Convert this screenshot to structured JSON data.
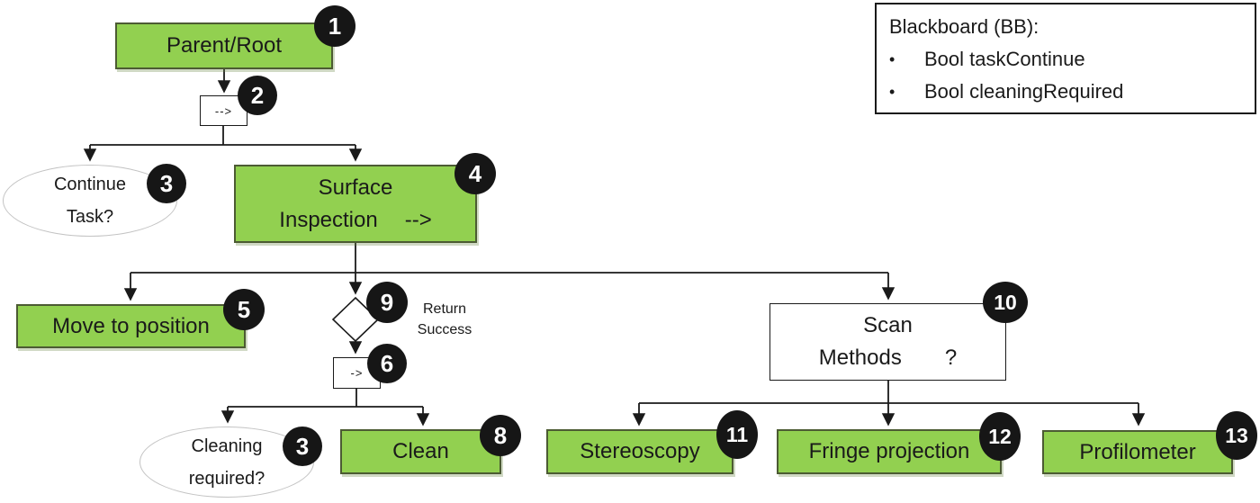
{
  "nodes": {
    "parent_root": {
      "label": "Parent/Root",
      "badge": "1"
    },
    "sequence_root": {
      "label": "-->",
      "badge": "2"
    },
    "continue_task": {
      "line1": "Continue",
      "line2": "Task?",
      "badge": "3"
    },
    "surface_inspection": {
      "line1": "Surface",
      "line2": "Inspection",
      "line2_suffix": "-->",
      "badge": "4"
    },
    "move_to_position": {
      "label": "Move to position",
      "badge": "5"
    },
    "success_decorator": {
      "badge": "9",
      "note_line1": "Return",
      "note_line2": "Success"
    },
    "sequence_clean": {
      "label": "->",
      "badge": "6"
    },
    "cleaning_required": {
      "line1": "Cleaning",
      "line2": "required?",
      "badge": "3"
    },
    "clean": {
      "label": "Clean",
      "badge": "8"
    },
    "scan_methods": {
      "line1": "Scan",
      "line2": "Methods",
      "line2_suffix": "?",
      "badge": "10"
    },
    "stereoscopy": {
      "label": "Stereoscopy",
      "badge": "11"
    },
    "fringe_projection": {
      "label": "Fringe projection",
      "badge": "12"
    },
    "profilometer": {
      "label": "Profilometer",
      "badge": "13"
    }
  },
  "blackboard": {
    "title": "Blackboard (BB):",
    "bullet": "•",
    "items": [
      "Bool taskContinue",
      "Bool cleaningRequired"
    ]
  },
  "colors": {
    "node_green": "#92d050",
    "edge": "#1a1a1a",
    "badge_bg": "#161616",
    "ellipse_border": "#c3c3c3"
  }
}
